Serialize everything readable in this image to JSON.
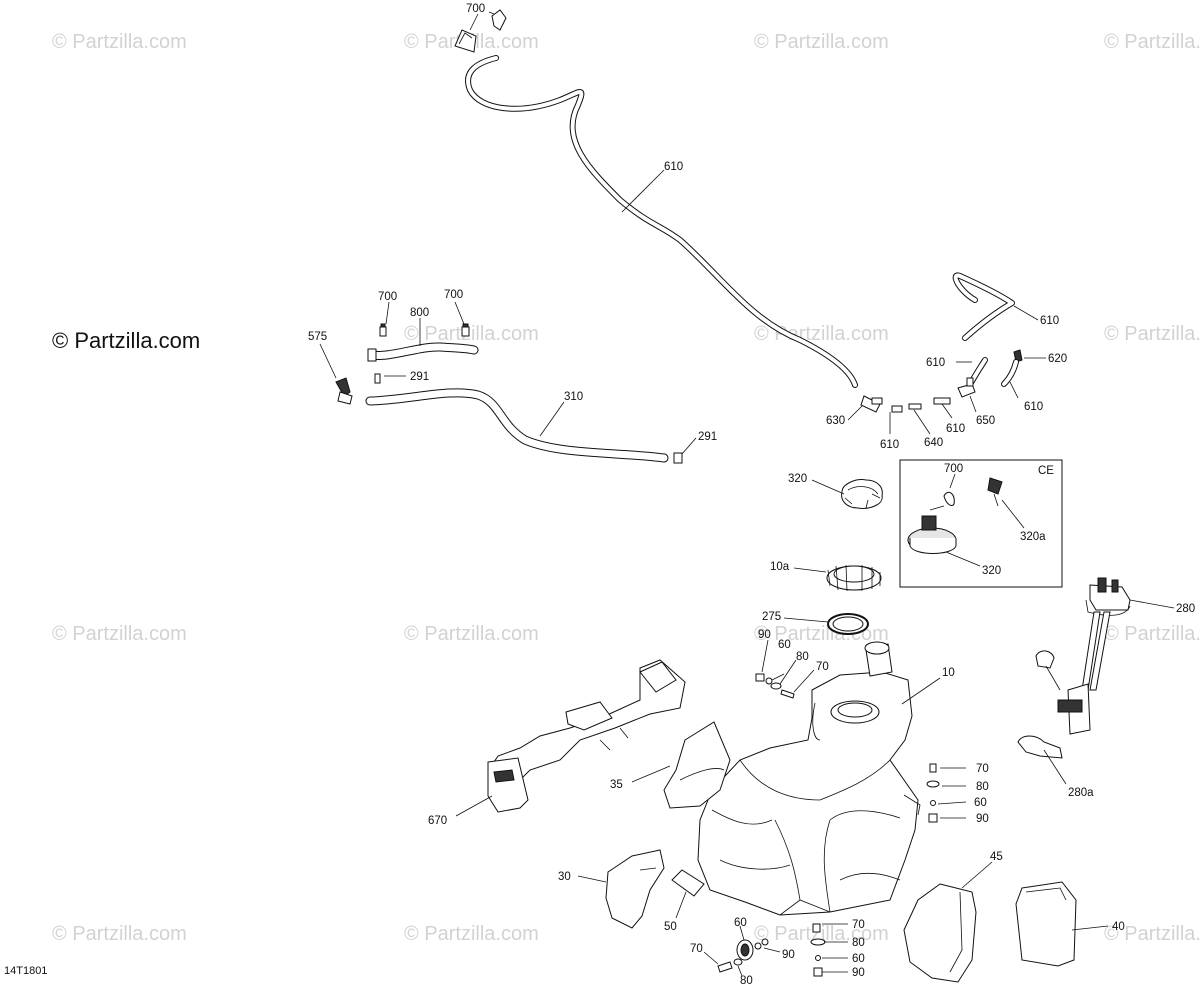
{
  "watermark_text": "© Partzilla.com",
  "brand_text": "© Partzilla.com",
  "diagram_code": "14T1801",
  "ce_box_label": "CE",
  "labels": {
    "p700_top": "700",
    "p610_main": "610",
    "p700_a": "700",
    "p700_b": "700",
    "p800": "800",
    "p575": "575",
    "p291_a": "291",
    "p310": "310",
    "p291_b": "291",
    "p610_right": "610",
    "p610_mid": "610",
    "p620": "620",
    "p610_r2": "610",
    "p630": "630",
    "p610_b": "610",
    "p640": "640",
    "p610_c": "610",
    "p650": "650",
    "p320": "320",
    "p700_ce": "700",
    "p320a": "320a",
    "p320_ce": "320",
    "p10a": "10a",
    "p275": "275",
    "p280": "280",
    "p90_a": "90",
    "p60_a": "60",
    "p80_a": "80",
    "p70_a": "70",
    "p10": "10",
    "p35": "35",
    "p70_r": "70",
    "p80_r": "80",
    "p60_r": "60",
    "p90_r": "90",
    "p280a": "280a",
    "p670": "670",
    "p45": "45",
    "p30": "30",
    "p50": "50",
    "p40": "40",
    "p70_b": "70",
    "p80_b": "80",
    "p60_b": "60",
    "p90_b": "90",
    "p60_c": "60",
    "p90_c": "90",
    "p70_c": "70",
    "p80_c": "80"
  }
}
